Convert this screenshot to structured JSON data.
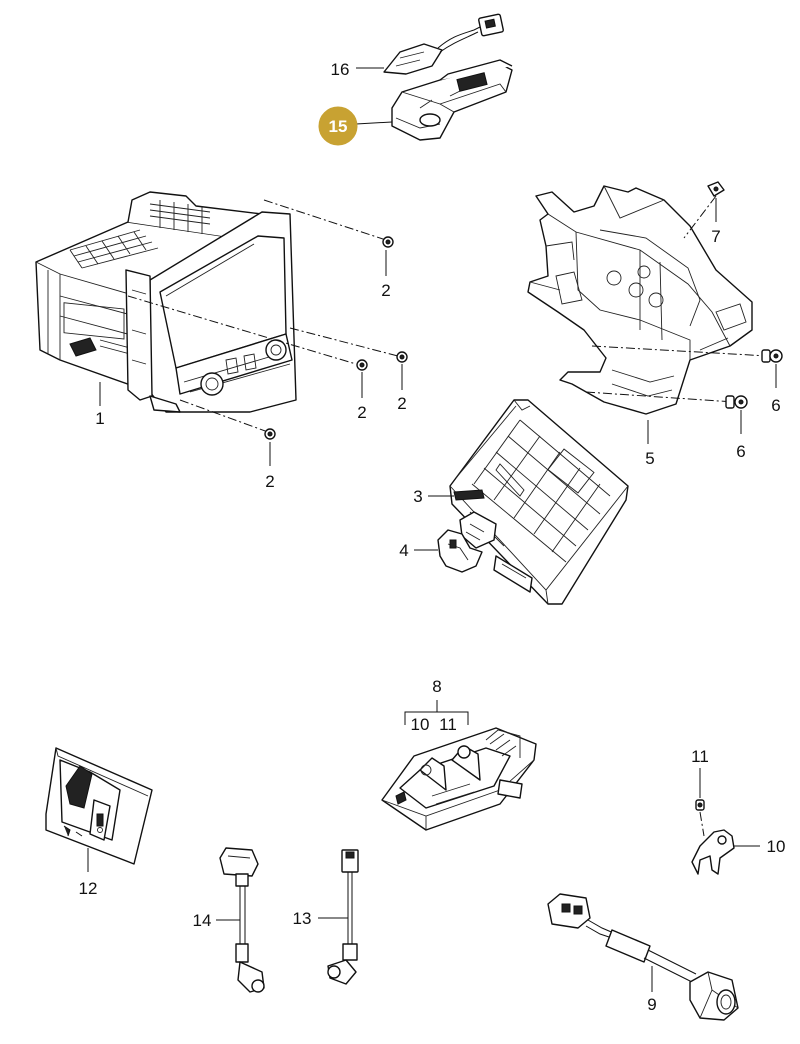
{
  "diagram": {
    "callouts": {
      "c1": "1",
      "c2a": "2",
      "c2b": "2",
      "c2c": "2",
      "c2d": "2",
      "c3": "3",
      "c4": "4",
      "c5": "5",
      "c6a": "6",
      "c6b": "6",
      "c7": "7",
      "c8": "8",
      "c9": "9",
      "c10a": "10",
      "c10b": "10",
      "c11a": "11",
      "c11b": "11",
      "c12": "12",
      "c13": "13",
      "c14": "14",
      "c15": "15",
      "c16": "16"
    },
    "highlight_color": "#c8a232"
  }
}
